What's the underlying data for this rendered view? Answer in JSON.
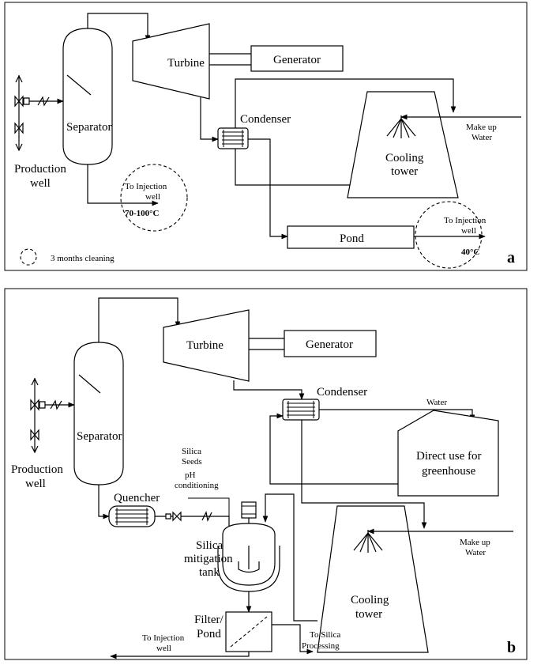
{
  "panel_a": {
    "letter": "a",
    "turbine": "Turbine",
    "generator": "Generator",
    "separator": "Separator",
    "production_well_line1": "Production",
    "production_well_line2": "well",
    "condenser": "Condenser",
    "cooling_tower_line1": "Cooling",
    "cooling_tower_line2": "tower",
    "makeup_line1": "Make up",
    "makeup_line2": "Water",
    "pond": "Pond",
    "injection1_line1": "To Injection",
    "injection1_line2": "well",
    "injection1_temp": "70-100°C",
    "injection2_line1": "To Injection",
    "injection2_line2": "well",
    "injection2_temp": "40°C",
    "legend": "3 months cleaning"
  },
  "panel_b": {
    "letter": "b",
    "turbine": "Turbine",
    "generator": "Generator",
    "separator": "Separator",
    "production_well_line1": "Production",
    "production_well_line2": "well",
    "condenser": "Condenser",
    "water": "Water",
    "greenhouse_line1": "Direct use for",
    "greenhouse_line2": "greenhouse",
    "silica_seeds_line1": "Silica",
    "silica_seeds_line2": "Seeds",
    "ph_line1": "pH",
    "ph_line2": "conditioning",
    "quencher": "Quencher",
    "tank_line1": "Silica",
    "tank_line2": "mitigation",
    "tank_line3": "tank",
    "cooling_tower_line1": "Cooling",
    "cooling_tower_line2": "tower",
    "makeup_line1": "Make up",
    "makeup_line2": "Water",
    "filter_line1": "Filter/",
    "filter_line2": "Pond",
    "injection_line1": "To Injection",
    "injection_line2": "well",
    "silica_proc_line1": "To Silica",
    "silica_proc_line2": "Processing"
  }
}
